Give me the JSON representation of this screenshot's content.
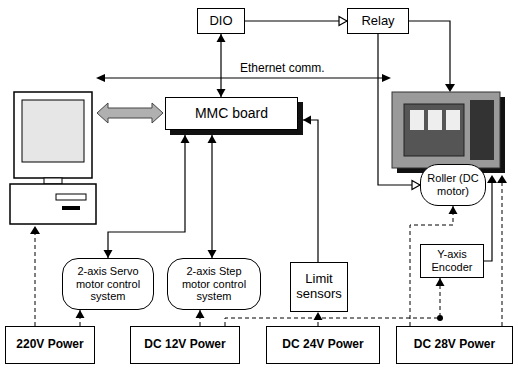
{
  "diagram": {
    "nodes": [
      {
        "text": [
          "DIO"
        ]
      },
      {
        "text": [
          "Relay"
        ]
      },
      {
        "text": [
          "MMC board"
        ]
      },
      {
        "text": [
          "2-axis Servo motor control system"
        ]
      },
      {
        "text": [
          "2-axis Step motor control system"
        ]
      },
      {
        "text": [
          "Limit sensors"
        ]
      },
      {
        "text": [
          "Roller (DC motor)"
        ]
      },
      {
        "text": [
          "Y-axis Encoder"
        ]
      },
      {
        "text": [
          "220V Power"
        ]
      },
      {
        "text": [
          "DC 12V Power"
        ]
      },
      {
        "text": [
          "DC 24V Power"
        ]
      },
      {
        "text": [
          "DC 28V Power"
        ]
      }
    ],
    "edges": [
      {
        "from": 0,
        "to": 1,
        "arrow": "to"
      },
      {
        "from": 0,
        "to": 2,
        "arrow": "both"
      },
      {
        "from": 2,
        "to": 3,
        "arrow": "both"
      },
      {
        "from": 2,
        "to": 4,
        "arrow": "both"
      },
      {
        "from": 5,
        "to": 2,
        "arrow": "to"
      },
      {
        "from": 1,
        "to": 6,
        "arrow": "to"
      },
      {
        "from": 8,
        "to": 3,
        "arrow": "to"
      },
      {
        "from": 9,
        "to": 4,
        "arrow": "to"
      },
      {
        "from": 9,
        "to": 7,
        "arrow": "to"
      },
      {
        "from": 10,
        "to": 5,
        "arrow": "to"
      },
      {
        "from": 11,
        "to": 6,
        "arrow": "to"
      }
    ],
    "labels": [
      "Ethernet comm."
    ]
  }
}
